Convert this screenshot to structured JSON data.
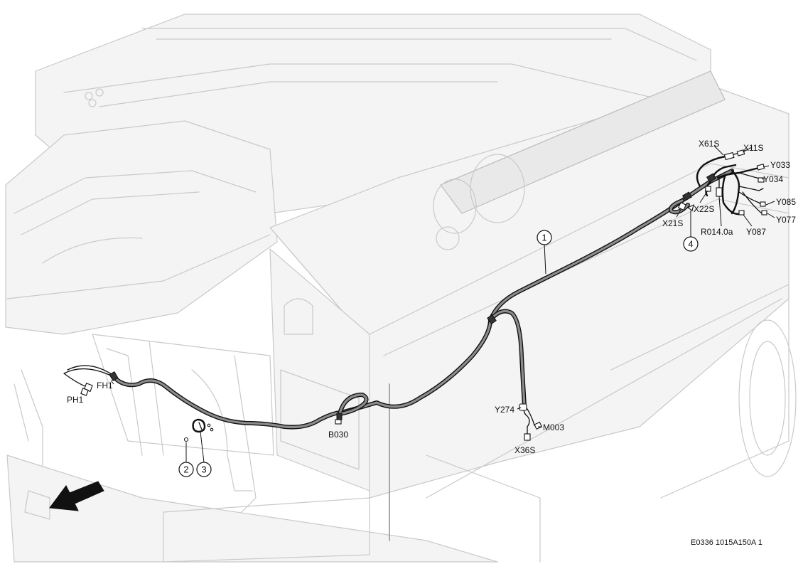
{
  "labels": {
    "x61s": "X61S",
    "x11s": "X11S",
    "y033": "Y033",
    "y034": "Y034",
    "y085": "Y085",
    "y077": "Y077",
    "y087": "Y087",
    "x22s": "X22S",
    "x21s": "X21S",
    "r014": "R014.0a",
    "fh1": "FH1",
    "ph1": "PH1",
    "b030": "B030",
    "y274": "Y274",
    "m003": "M003",
    "x36s": "X36S"
  },
  "callouts": {
    "c1": "1",
    "c2": "2",
    "c3": "3",
    "c4": "4"
  },
  "reference": "E0336 1015A150A 1"
}
